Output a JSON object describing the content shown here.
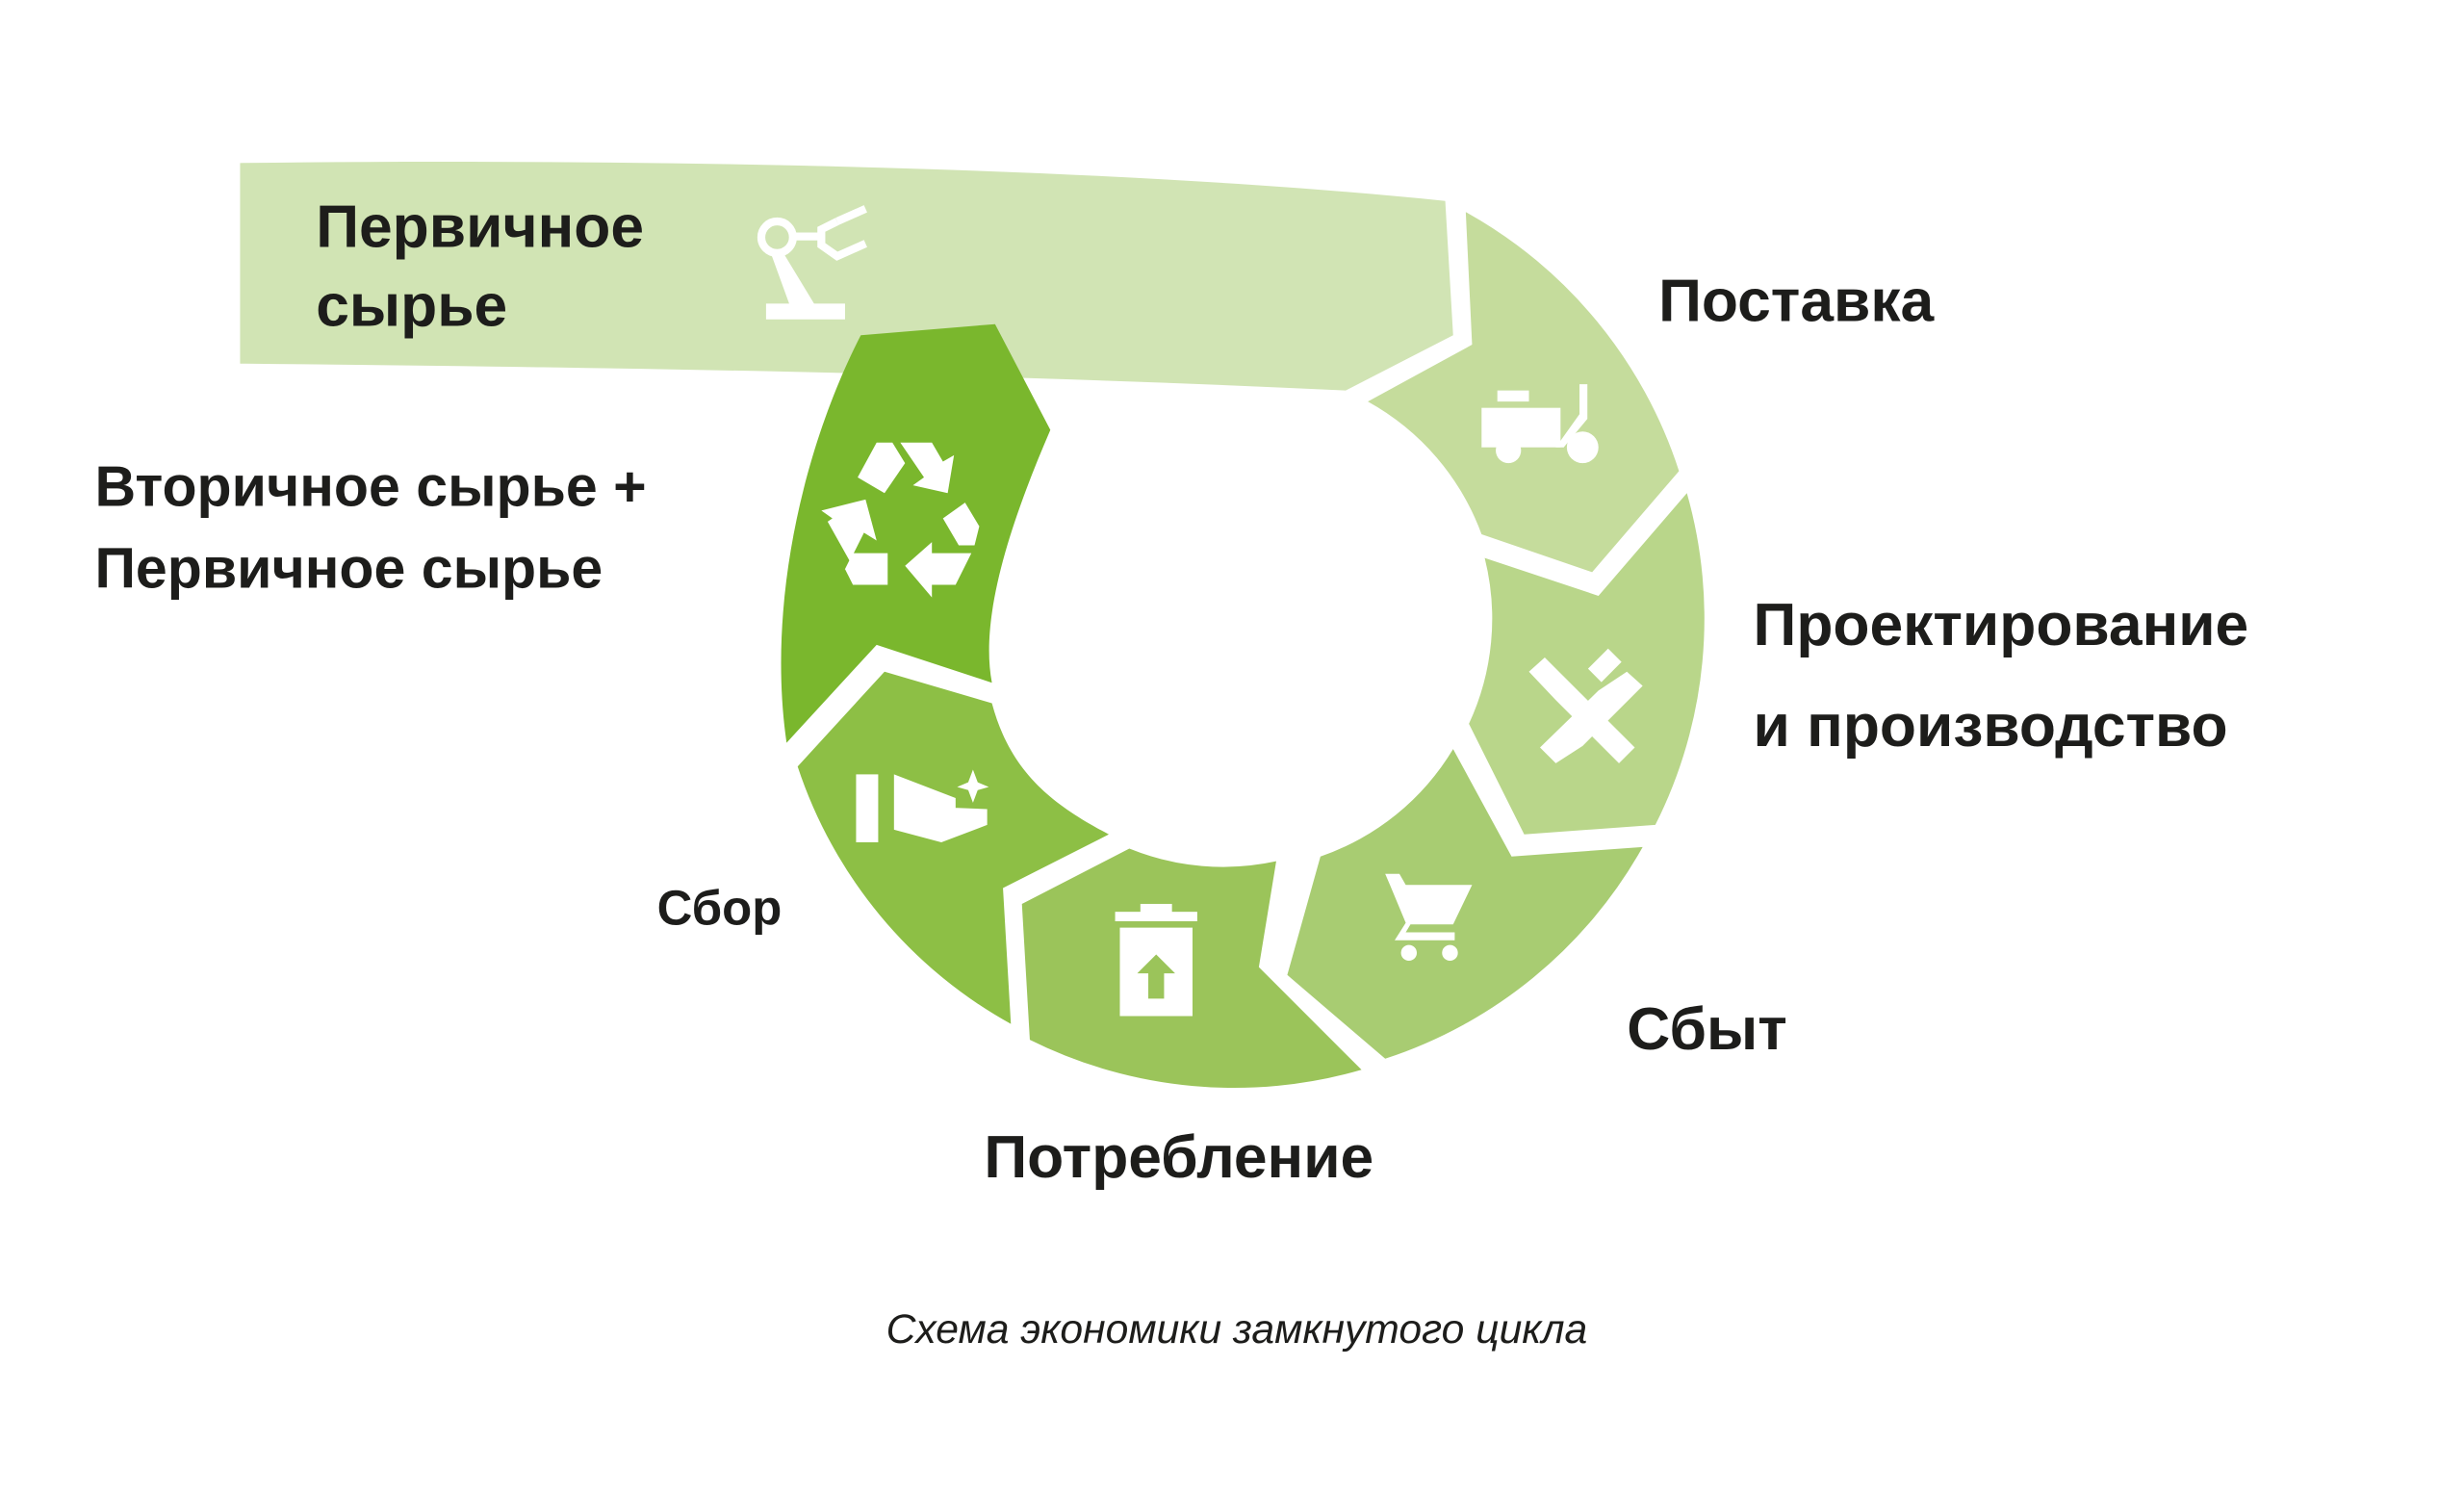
{
  "diagram": {
    "caption": "Схема экономики замкнутого цикла",
    "colors": {
      "primary_band": "#d1e4b4",
      "supply": "#c5dc9c",
      "design": "#b9d68a",
      "sales": "#a8cc72",
      "consumption": "#9bc45a",
      "collection": "#8dbf45",
      "secondary": "#7ab72d",
      "text": "#1d1d1b"
    },
    "stages": {
      "primary": {
        "line1": "Первичное",
        "line2": "сырье",
        "icon": "robot-arm-icon"
      },
      "supply": {
        "label": "Поставка",
        "icon": "delivery-scooter-icon"
      },
      "design": {
        "line1": "Проектирование",
        "line2": "и производство",
        "icon": "tools-icon"
      },
      "sales": {
        "label": "Сбыт",
        "icon": "shopping-cart-icon"
      },
      "consumption": {
        "label": "Потребление",
        "icon": "trash-bin-icon"
      },
      "collection": {
        "label": "Сбор",
        "icon": "hand-collect-icon"
      },
      "secondary": {
        "line1": "Вторичное сырье +",
        "line2": "Первичное сырье",
        "icon": "recycle-icon"
      }
    }
  }
}
